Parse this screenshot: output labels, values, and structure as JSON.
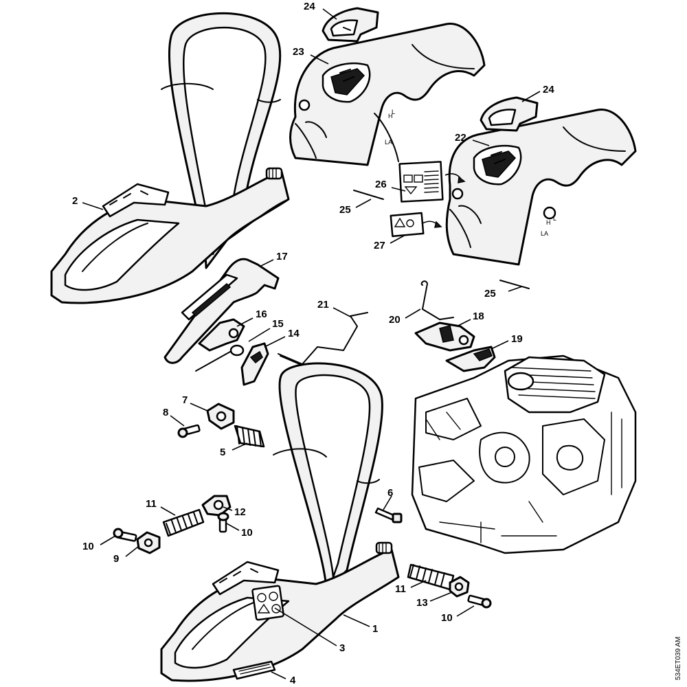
{
  "callouts": {
    "c1": "1",
    "c2": "2",
    "c3": "3",
    "c4": "4",
    "c5": "5",
    "c6": "6",
    "c7": "7",
    "c8": "8",
    "c9": "9",
    "c10a": "10",
    "c10b": "10",
    "c10c": "10",
    "c11a": "11",
    "c11b": "11",
    "c12": "12",
    "c13": "13",
    "c14": "14",
    "c15": "15",
    "c16": "16",
    "c17": "17",
    "c18": "18",
    "c19": "19",
    "c20": "20",
    "c21": "21",
    "c22": "22",
    "c23": "23",
    "c24a": "24",
    "c24b": "24",
    "c25a": "25",
    "c25b": "25",
    "c26": "26",
    "c27": "27"
  },
  "cover_marks": {
    "h": "H",
    "l": "L",
    "la": "LA"
  },
  "document_number": "534ET039 AM"
}
